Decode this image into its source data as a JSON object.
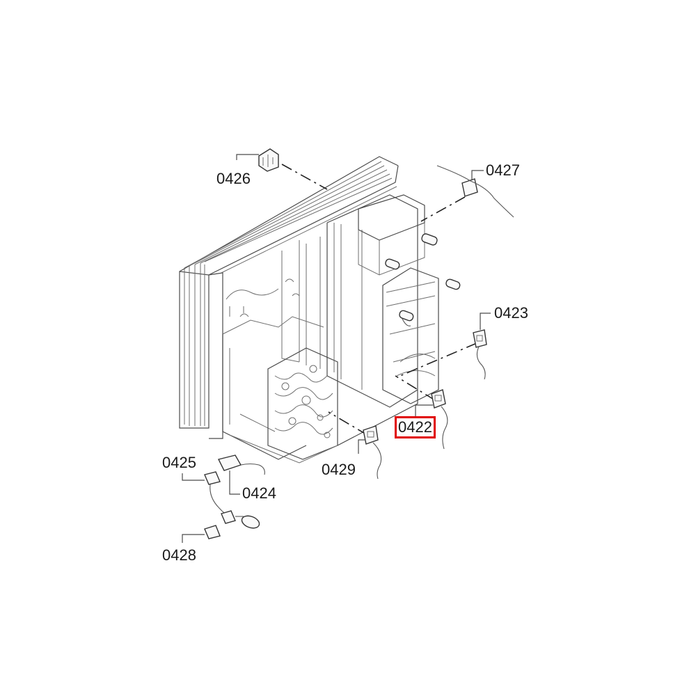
{
  "diagram": {
    "highlight_color": "#e00000",
    "callouts": [
      {
        "id": "0426",
        "label": "0426"
      },
      {
        "id": "0427",
        "label": "0427"
      },
      {
        "id": "0423",
        "label": "0423"
      },
      {
        "id": "0422",
        "label": "0422",
        "highlighted": true
      },
      {
        "id": "0429",
        "label": "0429"
      },
      {
        "id": "0425",
        "label": "0425"
      },
      {
        "id": "0424",
        "label": "0424"
      },
      {
        "id": "0428",
        "label": "0428"
      }
    ]
  }
}
